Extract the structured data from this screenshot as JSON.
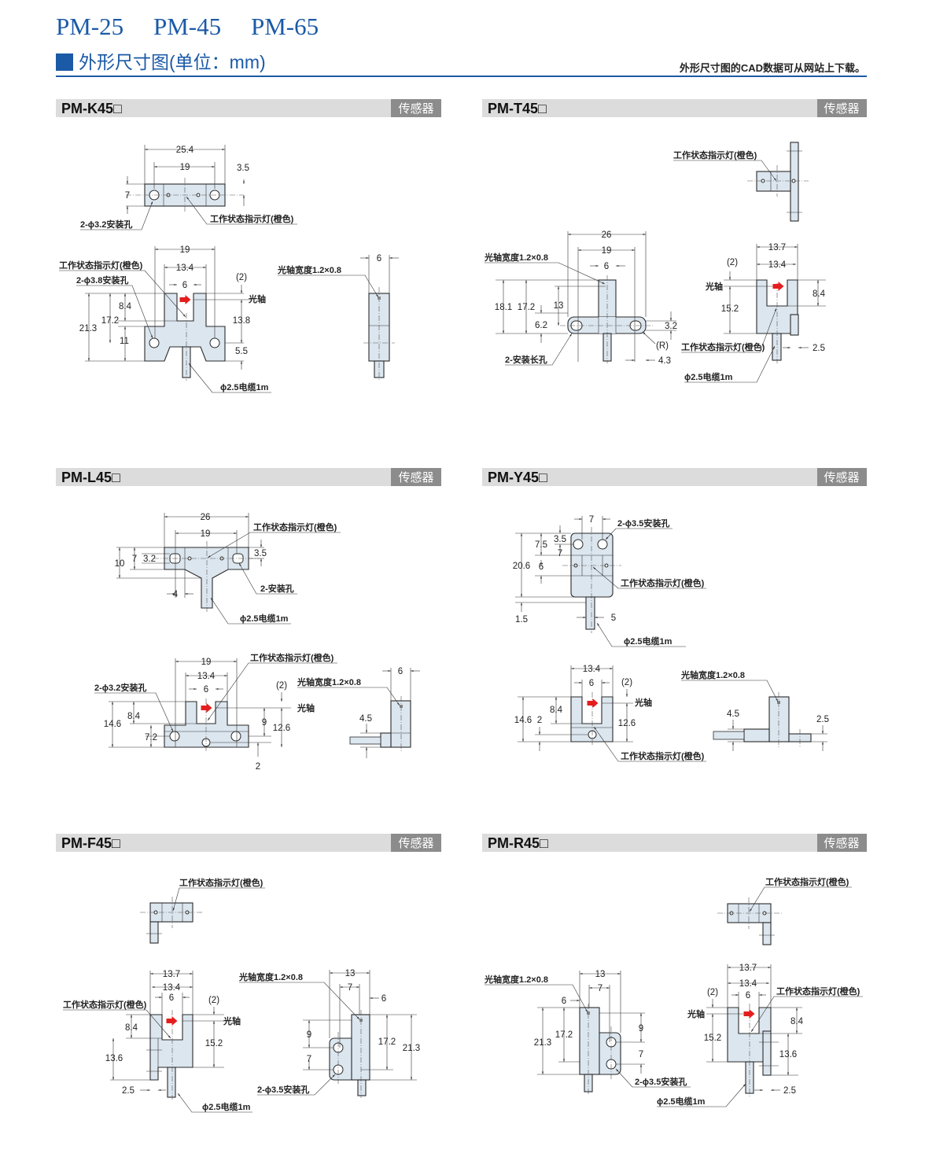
{
  "header": {
    "series": [
      "PM-25",
      "PM-45",
      "PM-65"
    ],
    "title": "外形尺寸图(单位：mm)",
    "cad_note": "外形尺寸图的CAD数据可从网站上下载。"
  },
  "common": {
    "tag": "传感器",
    "indicator": "工作状态指示灯(橙色)",
    "optical_axis": "光轴",
    "beam_width": "光轴宽度1.2×0.8",
    "cable": "ϕ2.5电缆1m"
  },
  "colors": {
    "accent": "#1b5aa6",
    "body": "#dce6ef",
    "tag_bg": "#8c8c8c",
    "bar_bg": "#dcdcdc",
    "arrow": "#e41e1e"
  },
  "sections": [
    {
      "model": "PM-K45□",
      "holes_top": "2-ϕ3.2安装孔",
      "holes_front": "2-ϕ3.8安装孔",
      "dims": [
        "25.4",
        "19",
        "3.5",
        "7",
        "19",
        "13.4",
        "6",
        "(2)",
        "21.3",
        "17.2",
        "8.4",
        "11",
        "13.8",
        "5.5",
        "6"
      ]
    },
    {
      "model": "PM-T45□",
      "holes": "2-安装长孔",
      "dims": [
        "26",
        "19",
        "6",
        "18.1",
        "17.2",
        "13",
        "6.2",
        "3.2",
        "(R)",
        "4.3",
        "13.7",
        "13.4",
        "(2)",
        "8.4",
        "15.2",
        "2.5"
      ]
    },
    {
      "model": "PM-L45□",
      "holes_top": "2-安装孔",
      "holes_front": "2-ϕ3.2安装孔",
      "dims": [
        "26",
        "19",
        "10",
        "7",
        "3.2",
        "3.5",
        "4",
        "19",
        "13.4",
        "6",
        "(2)",
        "14.6",
        "8.4",
        "7.2",
        "9",
        "12.6",
        "2",
        "6",
        "4.5"
      ]
    },
    {
      "model": "PM-Y45□",
      "holes": "2-ϕ3.5安装孔",
      "dims": [
        "7",
        "3.5",
        "7.5",
        "7",
        "20.6",
        "6",
        "1.5",
        "5",
        "13.4",
        "6",
        "(2)",
        "14.6",
        "8.4",
        "2",
        "12.6",
        "4.5",
        "2.5"
      ]
    },
    {
      "model": "PM-F45□",
      "holes": "2-ϕ3.5安装孔",
      "dims": [
        "13.7",
        "13.4",
        "6",
        "(2)",
        "8.4",
        "15.2",
        "13.6",
        "2.5",
        "13",
        "7",
        "6",
        "9",
        "7",
        "17.2",
        "21.3"
      ]
    },
    {
      "model": "PM-R45□",
      "holes": "2-ϕ3.5安装孔",
      "dims": [
        "13",
        "7",
        "6",
        "21.3",
        "17.2",
        "9",
        "7",
        "13.7",
        "13.4",
        "6",
        "(2)",
        "8.4",
        "15.2",
        "13.6",
        "2.5"
      ]
    }
  ]
}
